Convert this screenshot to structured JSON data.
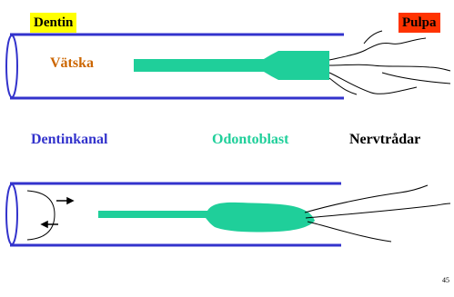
{
  "labels": {
    "dentin": "Dentin",
    "pulpa": "Pulpa",
    "vatska": "Vätska",
    "dentinkanal": "Dentinkanal",
    "odontoblast": "Odontoblast",
    "nervtradar": "Nervtrådar"
  },
  "page_number": "45",
  "colors": {
    "dentin_box": "#ffff00",
    "pulpa_box": "#ff3300",
    "tubule": "#3333cc",
    "odontoblast": "#1fcf9a",
    "vatska": "#cc6600",
    "dentinkanal": "#3333cc",
    "nervtradar": "#000000"
  }
}
